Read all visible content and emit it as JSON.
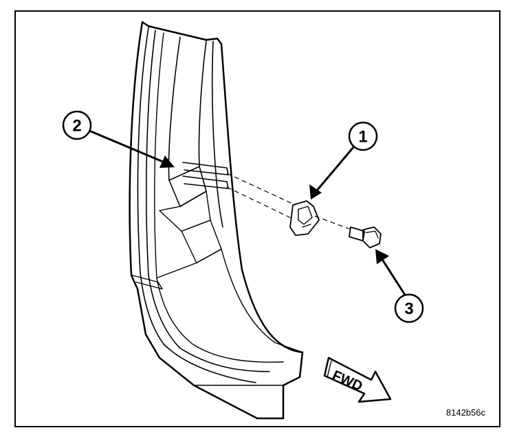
{
  "callouts": [
    {
      "label": "1",
      "part": "clip"
    },
    {
      "label": "2",
      "part": "body-panel-slot"
    },
    {
      "label": "3",
      "part": "bolt"
    }
  ],
  "direction_label": "FWD",
  "figure_id": "8142b56c",
  "colors": {
    "line": "#000000",
    "background": "#ffffff",
    "panel": "#ffffff"
  }
}
